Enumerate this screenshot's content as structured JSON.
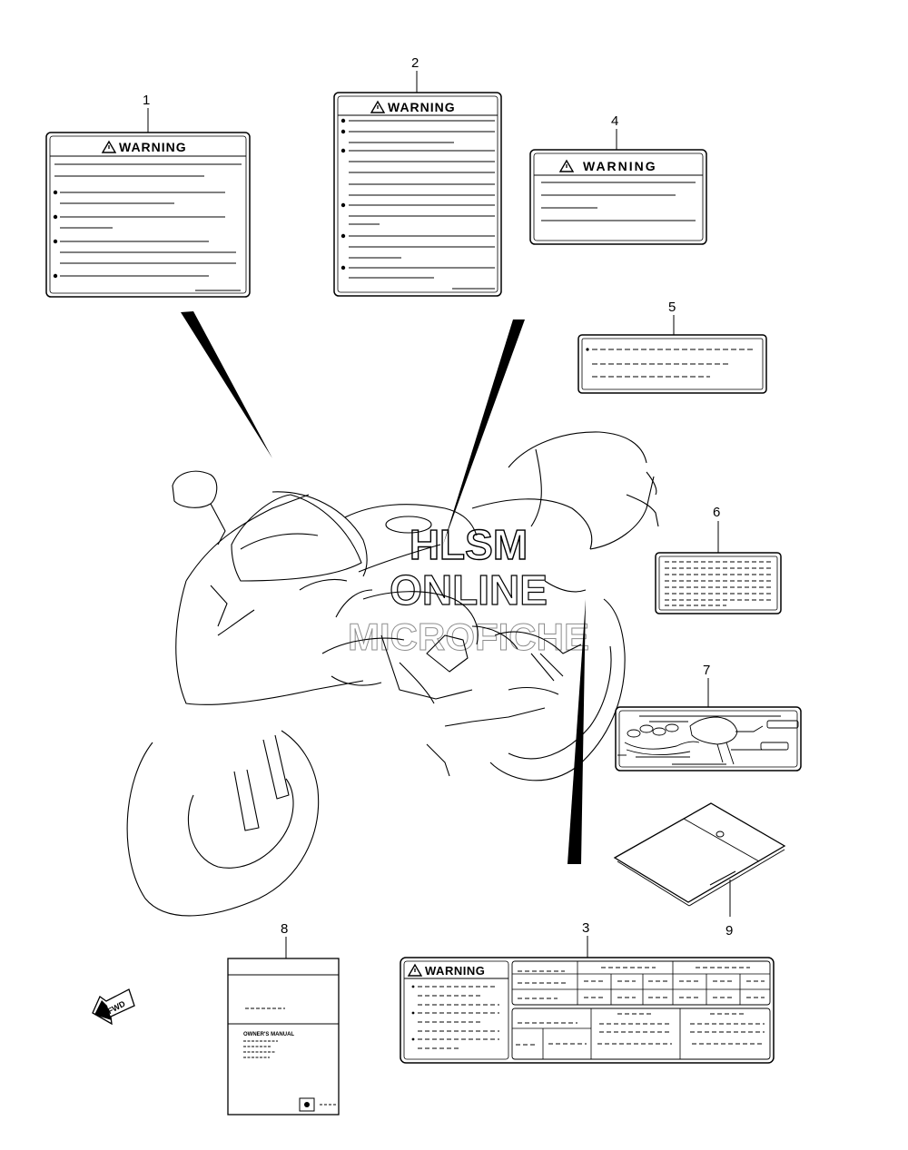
{
  "watermark": {
    "line1": "HLSM",
    "line2": "ONLINE",
    "line3": "MICROFICHE"
  },
  "callouts": [
    "1",
    "2",
    "3",
    "4",
    "5",
    "6",
    "7",
    "8",
    "9"
  ],
  "labels": {
    "warning_text": "WARNING",
    "owners_manual_text": "OWNER'S MANUAL",
    "fwd_text": "FWD"
  }
}
